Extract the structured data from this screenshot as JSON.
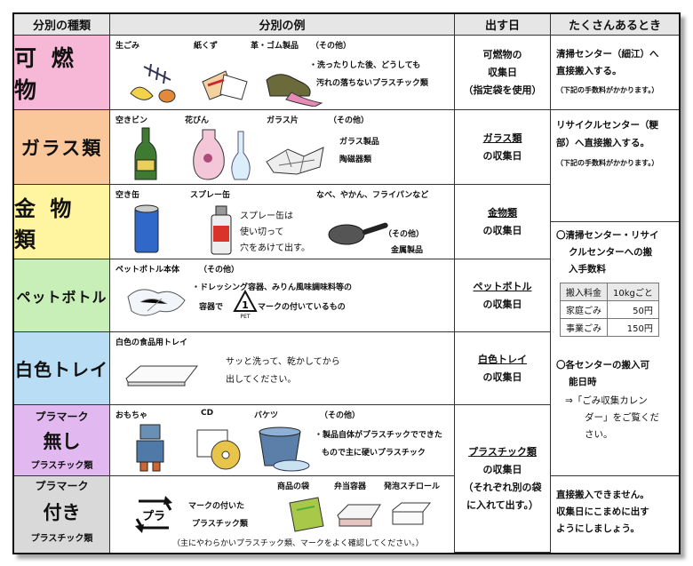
{
  "header": {
    "col1": "分別の種類",
    "col2": "分別の例",
    "col3": "出す日",
    "col4": "たくさんあるとき"
  },
  "rows": {
    "burnable": {
      "label": "可 燃 物",
      "color": "#f7b7d6",
      "items": [
        "生ごみ",
        "紙くず",
        "革・ゴム製品",
        "（その他）"
      ],
      "note1": "・洗ったりした後、どうしても",
      "note2": "汚れの落ちないプラスチック類",
      "day1": "可燃物の",
      "day2": "収集日",
      "day3": "（指定袋を使用）"
    },
    "glass": {
      "label": "ガラス類",
      "color": "#f9c79a",
      "items": [
        "空きビン",
        "花びん",
        "ガラス片",
        "（その他）"
      ],
      "note1": "ガラス製品",
      "note2": "陶磁器類",
      "day1": "ガラス類",
      "day2": "の収集日"
    },
    "metal": {
      "label": "金 物 類",
      "color": "#fff4a0",
      "items": [
        "空き缶",
        "スプレー缶",
        "なべ、やかん、フライパンなど"
      ],
      "spray1": "スプレー缶は",
      "spray2": "使い切って",
      "spray3": "穴をあけて出す。",
      "other": "（その他）",
      "other2": "金属製品",
      "day1": "金物類",
      "day2": "の収集日"
    },
    "pet": {
      "label": "ペットボトル",
      "color": "#c9efb8",
      "items": [
        "ペットボトル本体",
        "（その他）"
      ],
      "note1": "・ドレッシング容器、みりん風味調味料等の",
      "note2a": "容器で",
      "note2b": "マークの付いているもの",
      "mark_num": "1",
      "mark_text": "PET",
      "day1": "ペットボトル",
      "day2": "の収集日"
    },
    "tray": {
      "label": "白色トレイ",
      "color": "#b9ddf5",
      "items": [
        "白色の食品用トレイ"
      ],
      "note1": "サッと洗って、乾かしてから",
      "note2": "出してください。",
      "day1": "白色トレイ",
      "day2": "の収集日"
    },
    "nomark": {
      "label_top": "プラマーク",
      "label_mid": "無し",
      "label_bot": "プラスチック類",
      "color": "#e2b8f0",
      "items": [
        "おもちゃ",
        "CD",
        "バケツ",
        "（その他）"
      ],
      "note1": "・製品自体がプラスチックでできた",
      "note2": "もので主に硬いプラスチック"
    },
    "mark": {
      "label_top": "プラマーク",
      "label_mid": "付き",
      "label_bot": "プラスチック類",
      "color": "#d9d9d9",
      "items": [
        "商品の袋",
        "弁当容器",
        "発泡スチロール"
      ],
      "note1": "マークの付いた",
      "note2": "プラスチック類",
      "mark_text": "プラ",
      "note3": "（主にやわらかいプラスチック類、マークをよく確認してください。）"
    },
    "plastic_day": {
      "day1": "プラスチック類",
      "day2": "の収集日",
      "day3": "（それぞれ別の袋",
      "day4": "に入れて出す。）"
    }
  },
  "side": {
    "s1a": "清掃センター（細江）へ",
    "s1b": "直接搬入する。",
    "s1c": "（下記の手数料がかかります。）",
    "s2a": "リサイクルセンター（粳",
    "s2b": "部）へ直接搬入する。",
    "s2c": "（下記の手数料がかかります。）",
    "fee_t1": "〇清掃センター・リサイ",
    "fee_t2": "クルセンターへの搬",
    "fee_t3": "入手数料",
    "fee": [
      [
        "搬入料金",
        "10kgごと"
      ],
      [
        "家庭ごみ",
        "50円"
      ],
      [
        "事業ごみ",
        "150円"
      ]
    ],
    "days_t1": "〇各センターの搬入可",
    "days_t2": "能日時",
    "days_b1": "⇒「ごみ収集カレン",
    "days_b2": "ダー」をご覧くだ",
    "days_b3": "さい。",
    "no1": "直接搬入できません。",
    "no2": "収集日にこまめに出す",
    "no3": "ようにしましょう。"
  }
}
